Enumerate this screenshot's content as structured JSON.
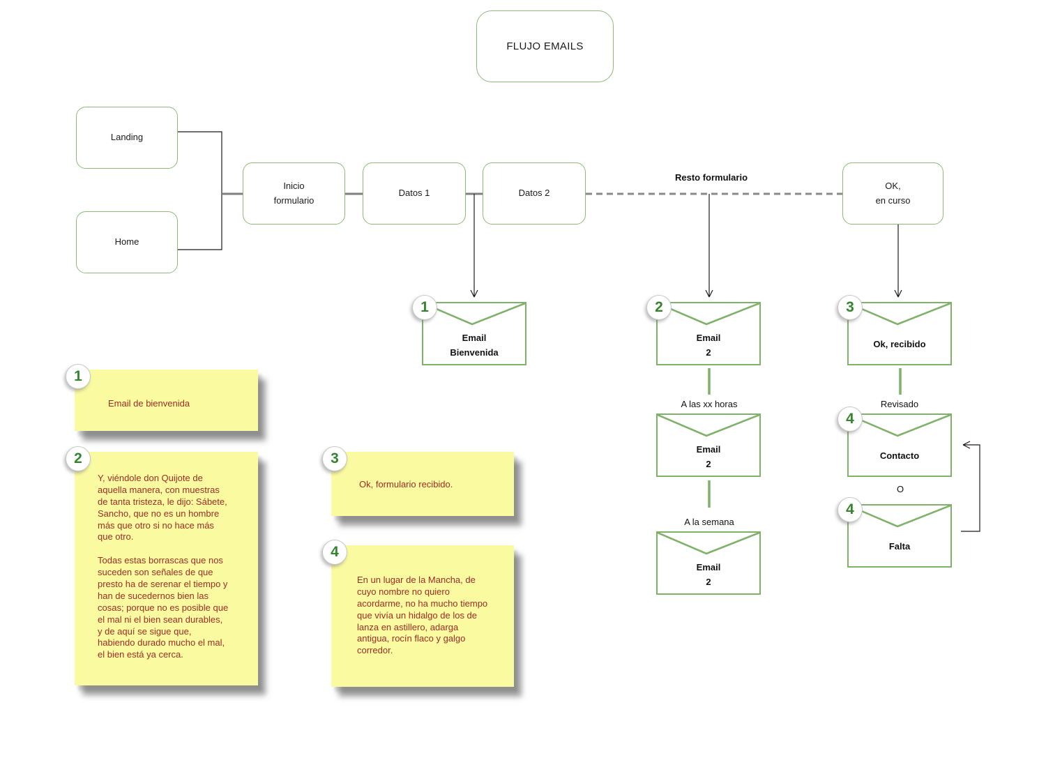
{
  "title": "FLUJO EMAILS",
  "nodes": {
    "landing": {
      "label": "Landing"
    },
    "home": {
      "label": "Home"
    },
    "inicio_formulario": {
      "label": "Inicio\nformulario"
    },
    "datos_1": {
      "label": "Datos 1"
    },
    "datos_2": {
      "label": "Datos 2"
    },
    "ok_en_curso": {
      "label": "OK,\nen curso"
    }
  },
  "edge_labels": {
    "resto_formulario": "Resto formulario",
    "a_las_xx_horas": "A las xx horas",
    "a_la_semana": "A la semana",
    "revisado": "Revisado",
    "o": "O"
  },
  "envelopes": {
    "email_bienvenida": {
      "badge": "1",
      "label": "Email\nBienvenida"
    },
    "email_2_first": {
      "badge": "2",
      "label": "Email\n2"
    },
    "email_2_hours": {
      "label": "Email\n2"
    },
    "email_2_week": {
      "label": "Email\n2"
    },
    "ok_recibido": {
      "badge": "3",
      "label": "Ok, recibido"
    },
    "contacto": {
      "badge": "4",
      "label": "Contacto"
    },
    "falta": {
      "badge": "4",
      "label": "Falta"
    }
  },
  "notes": {
    "note_1": {
      "badge": "1",
      "text": "Email de bienvenida"
    },
    "note_2": {
      "badge": "2",
      "text": "Y, viéndole don Quijote de\naquella manera, con muestras\nde tanta tristeza, le dijo: Sábete,\nSancho, que no es un hombre\nmás que otro si no hace más\nque otro.\n\nTodas estas borrascas que nos\nsuceden son señales de que\npresto ha de serenar el tiempo y\nhan de sucedernos bien las\ncosas; porque no es posible que\nel mal ni el bien sean durables,\ny de aquí se sigue que,\nhabiendo durado mucho el mal,\nel bien está ya cerca."
    },
    "note_3": {
      "badge": "3",
      "text": "Ok, formulario recibido."
    },
    "note_4": {
      "badge": "4",
      "text": "En un lugar de la Mancha, de\ncuyo nombre no quiero\nacordarme, no ha mucho tiempo\nque vivía un hidalgo de los de\nlanza en astillero, adarga\nantigua, rocín flaco y galgo\ncorredor."
    }
  },
  "colors": {
    "shape_green": "#8bbb78",
    "envelope_green": "#7fb269",
    "badge_number_green": "#35842e",
    "note_yellow": "#fafaa0",
    "note_text_red": "#9e2b25",
    "connector_gray": "#808080"
  }
}
